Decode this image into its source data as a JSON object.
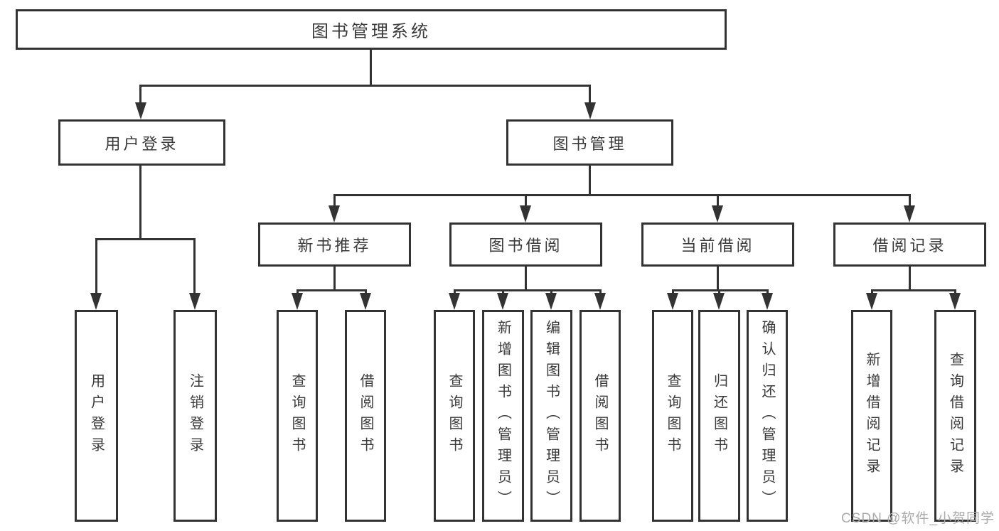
{
  "diagram_title": "图书管理系统",
  "tree": {
    "root": {
      "label": "图书管理系统"
    },
    "branches": [
      {
        "label": "用户登录",
        "children": [
          {
            "label": "用户登录"
          },
          {
            "label": "注销登录"
          }
        ]
      },
      {
        "label": "图书管理",
        "children": [
          {
            "label": "新书推荐",
            "children": [
              {
                "label": "查询图书"
              },
              {
                "label": "借阅图书"
              }
            ]
          },
          {
            "label": "图书借阅",
            "children": [
              {
                "label": "查询图书"
              },
              {
                "label": "新增图书（管理员）"
              },
              {
                "label": "编辑图书（管理员）"
              },
              {
                "label": "借阅图书"
              }
            ]
          },
          {
            "label": "当前借阅",
            "children": [
              {
                "label": "查询图书"
              },
              {
                "label": "归还图书"
              },
              {
                "label": "确认归还（管理员）"
              }
            ]
          },
          {
            "label": "借阅记录",
            "children": [
              {
                "label": "新增借阅记录"
              },
              {
                "label": "查询借阅记录"
              }
            ]
          }
        ]
      }
    ]
  },
  "watermark": "CSDN @软件_小贺同学",
  "colors": {
    "line": "#333333",
    "text": "#3a3a3a",
    "background": "#ffffff",
    "watermark": "#ababab"
  }
}
